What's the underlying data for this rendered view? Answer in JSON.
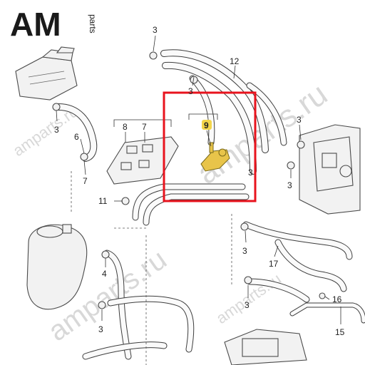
{
  "logo": {
    "text": "AM",
    "sub": "parts",
    "color": "#1a1a1a"
  },
  "watermark": {
    "text": "amparts.ru",
    "color": "#b9b9b9"
  },
  "highlight": {
    "color": "#e8131d",
    "label": "9",
    "label_bg": "#f3d54a"
  },
  "callouts": {
    "c1": "3",
    "c2": "12",
    "c3": "3",
    "c4": "3",
    "c5": "8",
    "c6": "7",
    "c7": "6",
    "c8": "7",
    "c9": "11",
    "c10": "3",
    "c11": "3",
    "c12": "3",
    "c13": "17",
    "c14": "4",
    "c15": "3",
    "c16": "3",
    "c17": "16",
    "c18": "15",
    "c19": "3"
  }
}
